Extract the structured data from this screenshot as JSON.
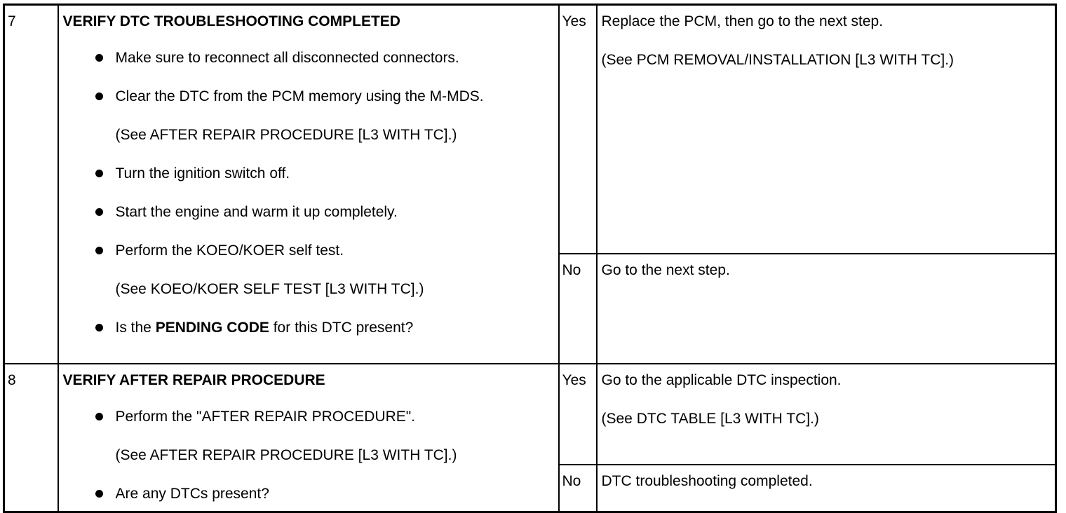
{
  "steps": [
    {
      "number": "7",
      "title": "VERIFY DTC TROUBLESHOOTING COMPLETED",
      "items": [
        "Make sure to reconnect all disconnected connectors.",
        "Clear the DTC from the PCM memory using the M-MDS.",
        "(See AFTER REPAIR PROCEDURE [L3 WITH TC].)",
        "Turn the ignition switch off.",
        "Start the engine and warm it up completely.",
        "Perform the KOEO/KOER self test.",
        "(See KOEO/KOER SELF TEST [L3 WITH TC].)"
      ],
      "question": {
        "prefix": "Is the ",
        "emphasis": "PENDING CODE",
        "suffix": " for this DTC present?"
      },
      "yes": {
        "label": "Yes",
        "lines": [
          "Replace the PCM, then go to the next step.",
          "(See PCM REMOVAL/INSTALLATION [L3 WITH TC].)"
        ]
      },
      "no": {
        "label": "No",
        "lines": [
          "Go to the next step."
        ]
      }
    },
    {
      "number": "8",
      "title": "VERIFY AFTER REPAIR PROCEDURE",
      "items": [
        "Perform the \"AFTER REPAIR PROCEDURE\".",
        "(See AFTER REPAIR PROCEDURE [L3 WITH TC].)",
        "Are any DTCs present?"
      ],
      "yes": {
        "label": "Yes",
        "lines": [
          "Go to the applicable DTC inspection.",
          "(See DTC TABLE [L3 WITH TC].)"
        ]
      },
      "no": {
        "label": "No",
        "lines": [
          "DTC troubleshooting completed."
        ]
      }
    }
  ]
}
